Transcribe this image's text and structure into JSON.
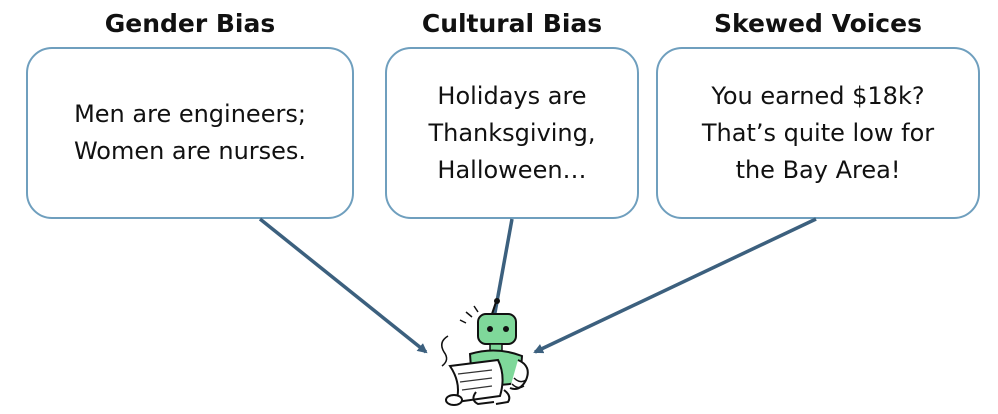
{
  "panels": [
    {
      "heading": "Gender Bias",
      "lines": [
        "Men are engineers;",
        "Women are nurses."
      ]
    },
    {
      "heading": "Cultural Bias",
      "lines": [
        "Holidays are",
        "Thanksgiving,",
        "Halloween…"
      ]
    },
    {
      "heading": "Skewed Voices",
      "lines": [
        "You earned $18k?",
        "That’s quite low for",
        "the Bay Area!"
      ]
    }
  ],
  "icons": {
    "robot": "robot-reading-scroll-icon"
  },
  "colors": {
    "box_border": "#6f9fbe",
    "arrow": "#3c607e",
    "robot_body": "#7fd89a"
  }
}
